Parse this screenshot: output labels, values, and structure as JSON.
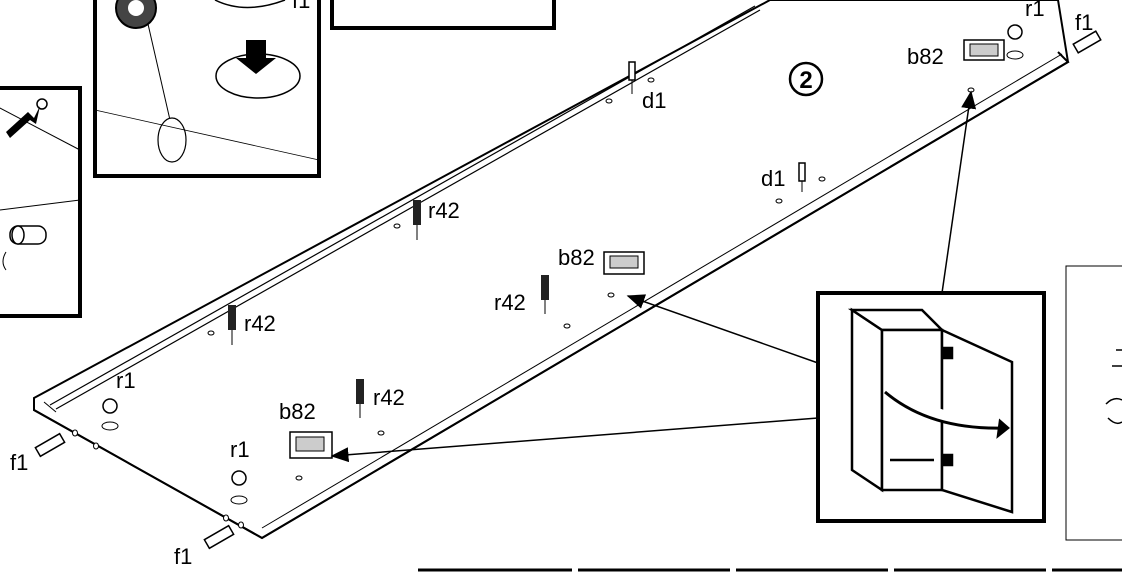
{
  "step_number": "2",
  "labels": {
    "d1_a": "d1",
    "d1_b": "d1",
    "r1_top_right": "r1",
    "f1_top_right": "f1",
    "b82_top_right": "b82",
    "r42_upper": "r42",
    "b82_middle": "b82",
    "r42_middle": "r42",
    "r42_left": "r42",
    "r1_left": "r1",
    "r42_lower": "r42",
    "b82_lower": "b82",
    "f1_left": "f1",
    "r1_bottom": "r1",
    "f1_bottom": "f1",
    "f1_top_crop": "f1"
  },
  "icons": [
    "panel-board",
    "cam-lock-r1",
    "dowel-f1",
    "dowel-d1",
    "cam-bolt-r42",
    "hinge-plate-b82",
    "cabinet-door-icon"
  ]
}
